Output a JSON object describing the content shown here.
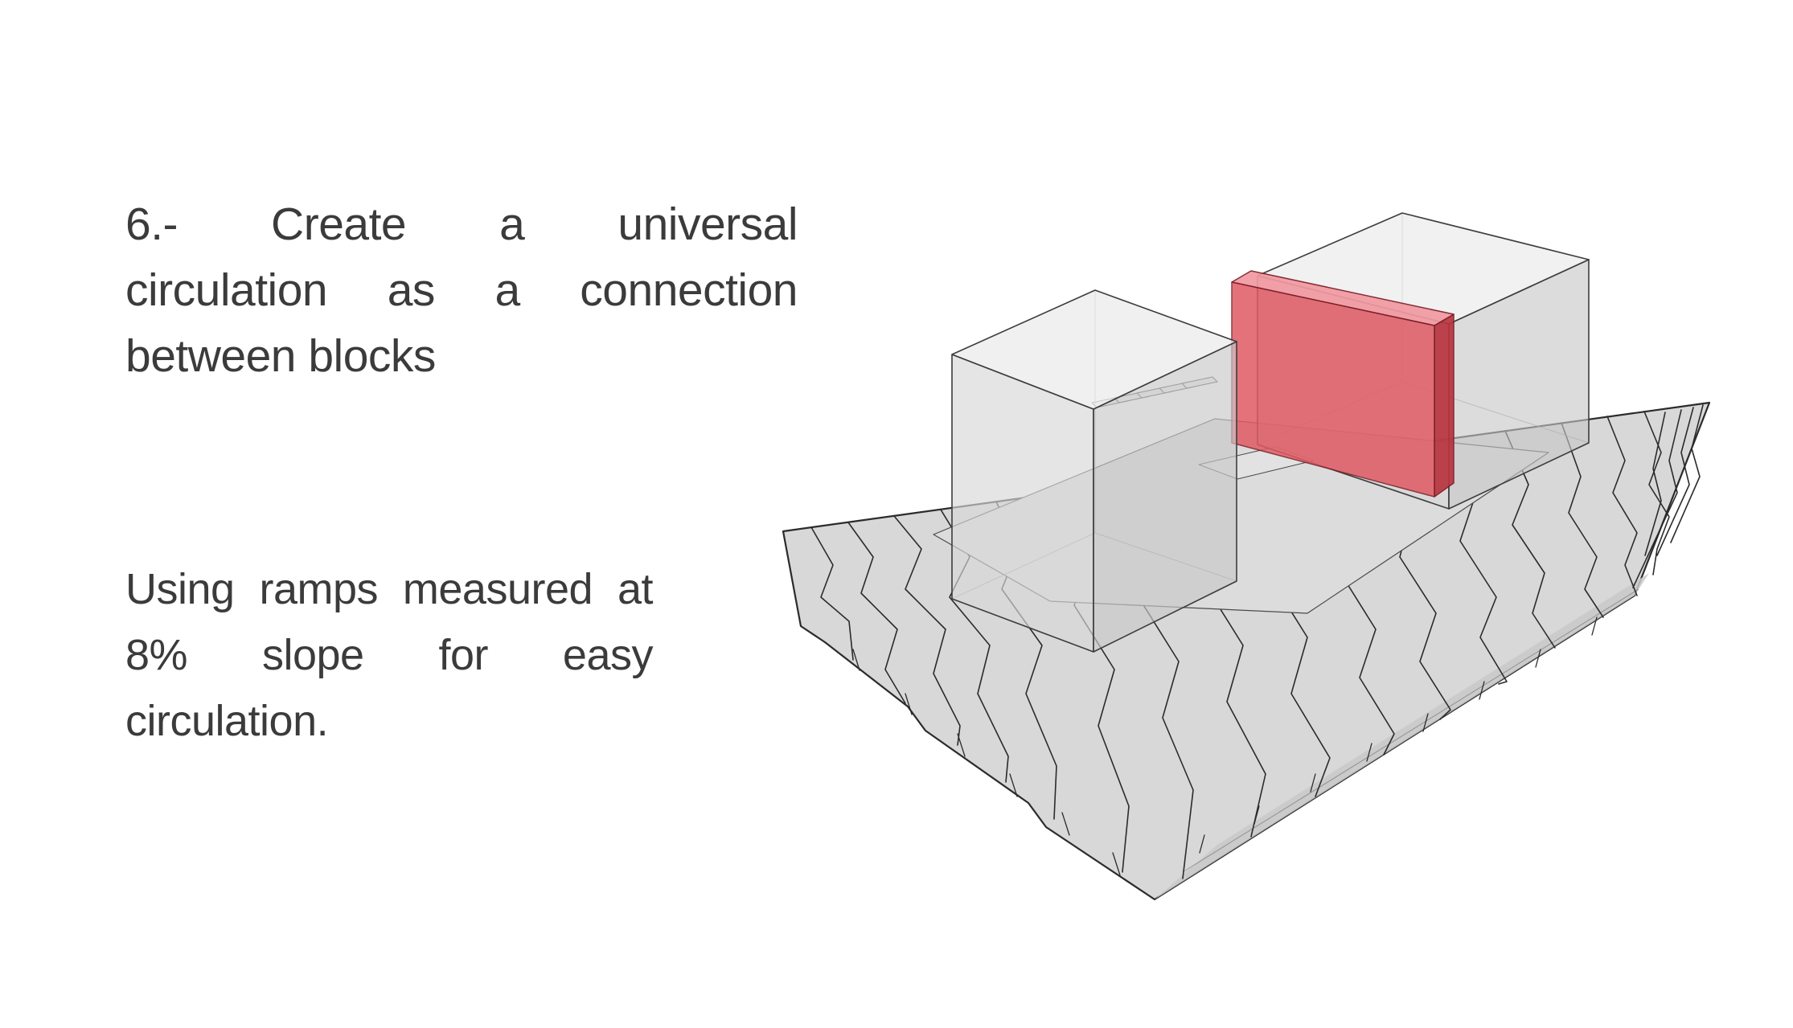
{
  "slide": {
    "heading": {
      "lines": [
        "6.- Create a universal",
        "circulation as a connection",
        "between blocks"
      ]
    },
    "body": {
      "lines": [
        "Using ramps measured at",
        "8% slope for easy",
        "circulation."
      ]
    },
    "illustration": {
      "name": "terraced-site-massing-diagram",
      "highlight_color": "#e05a64",
      "block_color": "#d9d9d9",
      "terrain_color": "#d8d8d8",
      "line_color": "#2b2b2b"
    }
  }
}
